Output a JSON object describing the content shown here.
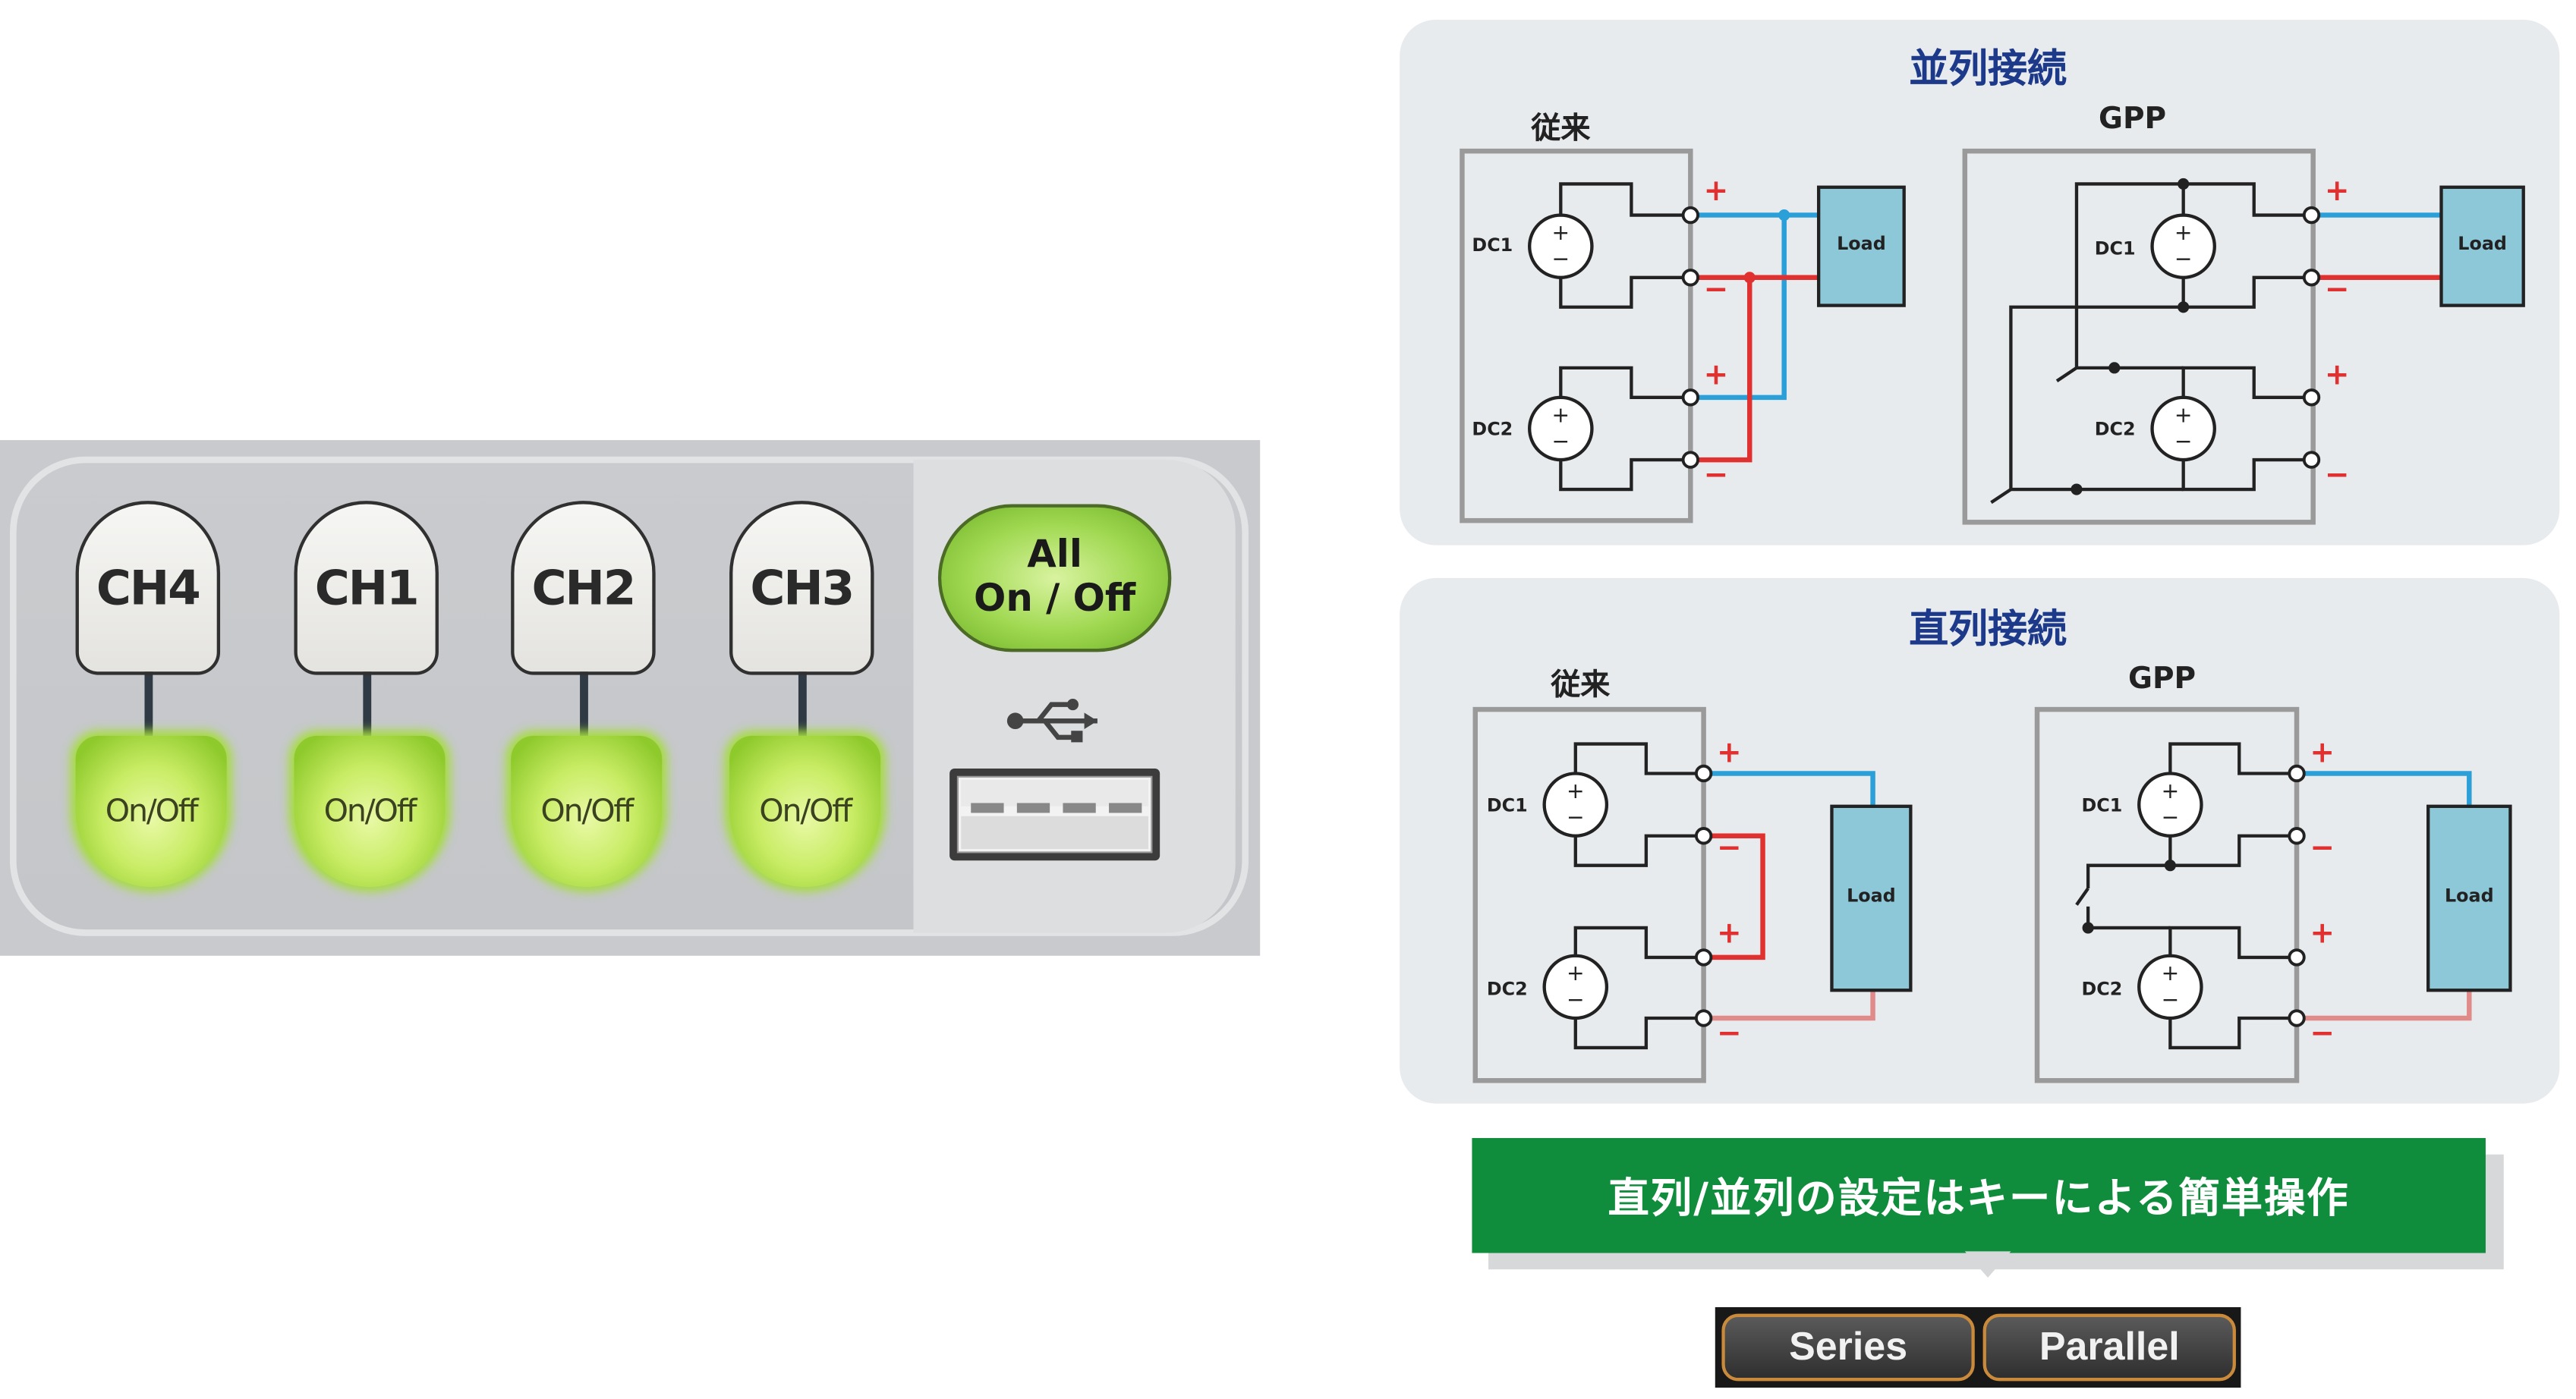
{
  "panel": {
    "channel_keys": [
      "CH4",
      "CH1",
      "CH2",
      "CH3"
    ],
    "onoff_label": "On/Off",
    "all_key": {
      "line1": "All",
      "line2": "On / Off"
    },
    "icons": [
      "usb-icon",
      "usb-port"
    ]
  },
  "parallel": {
    "title": "並列接続",
    "conventional": {
      "label": "従来",
      "dc1": "DC1",
      "dc2": "DC2",
      "load": "Load"
    },
    "gpp": {
      "label": "GPP",
      "dc1": "DC1",
      "dc2": "DC2",
      "load": "Load"
    }
  },
  "series": {
    "title": "直列接続",
    "conventional": {
      "label": "従来",
      "dc1": "DC1",
      "dc2": "DC2",
      "load": "Load"
    },
    "gpp": {
      "label": "GPP",
      "dc1": "DC1",
      "dc2": "DC2",
      "load": "Load"
    }
  },
  "terminal_signs": {
    "plus": "+",
    "minus": "−"
  },
  "banner": {
    "text": "直列/並列の設定はキーによる簡単操作"
  },
  "mode_buttons": {
    "series": "Series",
    "parallel": "Parallel"
  },
  "colors": {
    "wire_positive": "#2a9fd8",
    "wire_negative": "#e03030",
    "wire_negative_light": "#e08a8a",
    "load_fill": "#8cc8d8",
    "banner_green": "#0f8c3c",
    "key_green": "#b4e34f",
    "title_blue": "#1d3a8a"
  }
}
